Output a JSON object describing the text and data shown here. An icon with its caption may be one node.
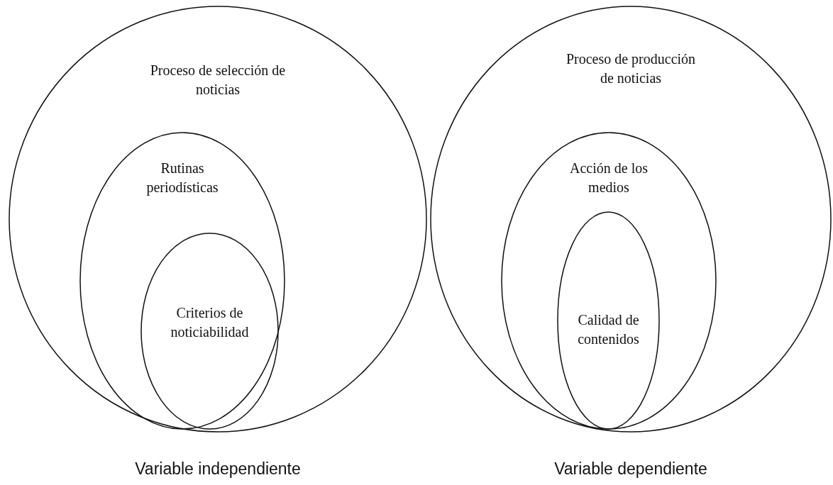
{
  "diagram": {
    "nodes": [
      {
        "text": [
          "Proceso de selección de noticias"
        ],
        "beside": [
          "Variable independiente"
        ]
      },
      {
        "text": [
          "Rutinas periodísticas"
        ],
        "in": 0
      },
      {
        "text": [
          "Criterios de noticiabilidad"
        ],
        "in": 1
      },
      {
        "text": [
          "Proceso de producción de noticias"
        ],
        "beside": [
          "Variable dependiente"
        ]
      },
      {
        "text": [
          "Acción de los medios"
        ],
        "in": 3
      },
      {
        "text": [
          "Calidad de contenidos"
        ],
        "in": 4
      }
    ]
  }
}
